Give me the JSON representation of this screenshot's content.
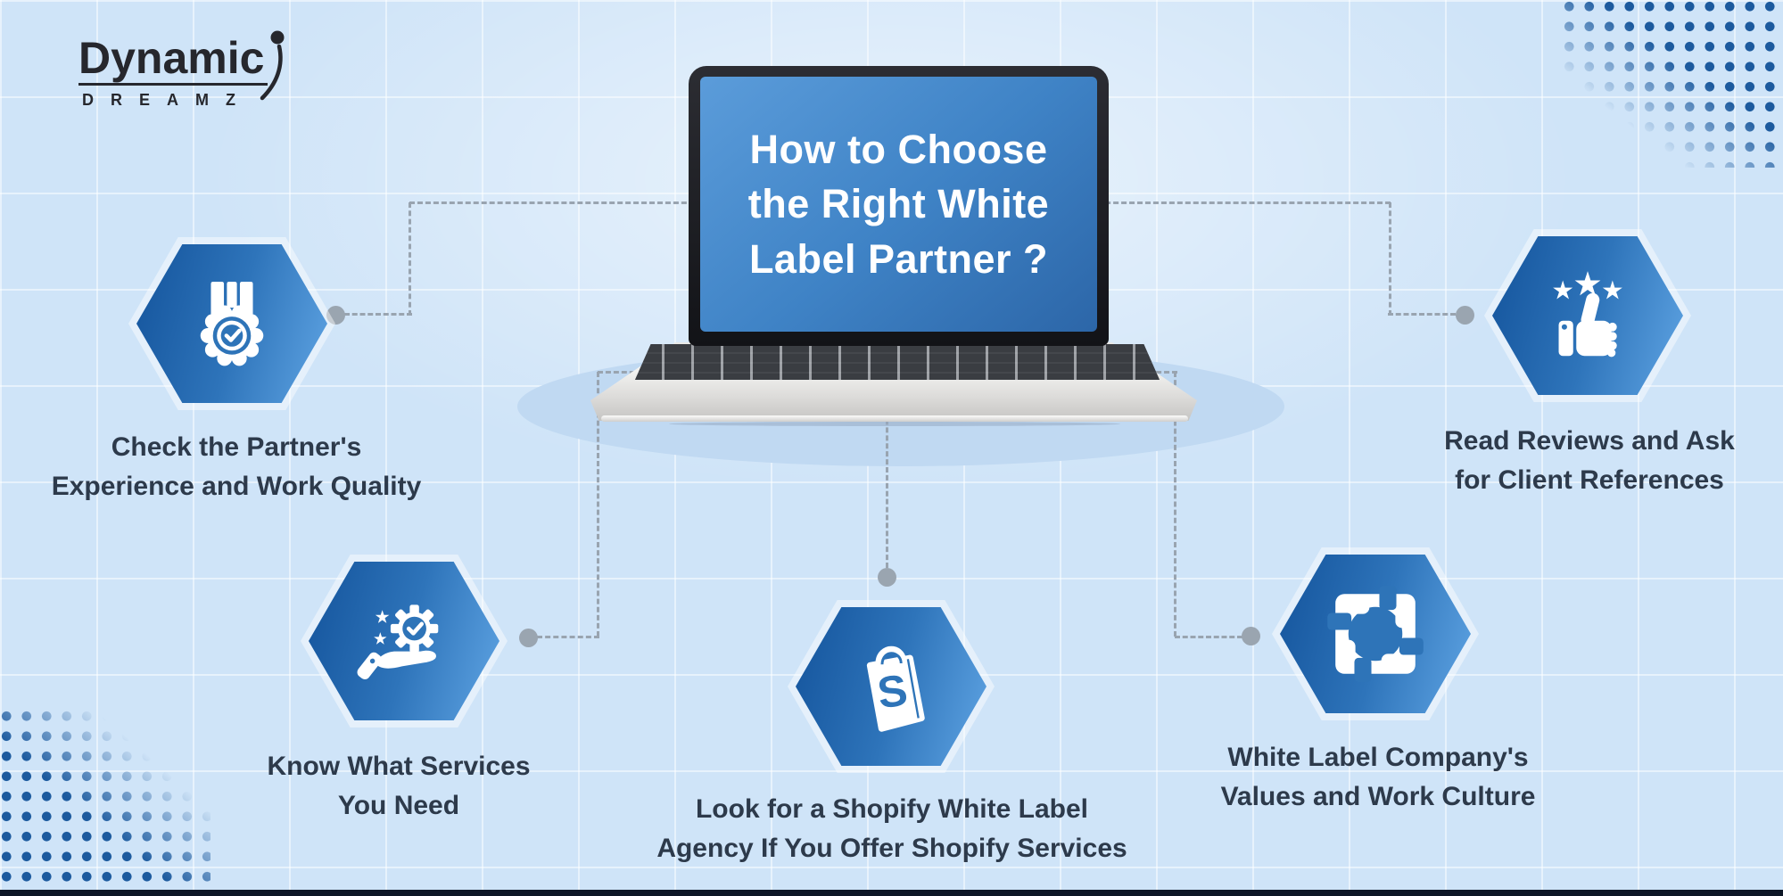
{
  "logo": {
    "title": "Dynamic",
    "subtitle": "DREAMZ"
  },
  "screen": {
    "title_lines": [
      "How to Choose",
      "the Right White",
      "Label Partner ?"
    ]
  },
  "steps": [
    {
      "icon": "medal-check-icon",
      "label_lines": [
        "Check the Partner's",
        "Experience and Work Quality"
      ]
    },
    {
      "icon": "thumbs-up-stars-icon",
      "label_lines": [
        "Read Reviews and Ask",
        "for Client References"
      ]
    },
    {
      "icon": "hand-gear-icon",
      "label_lines": [
        "Know What Services",
        "You Need"
      ]
    },
    {
      "icon": "shopify-bag-icon",
      "label_lines": [
        "Look for a Shopify White Label",
        "Agency If You Offer Shopify Services"
      ],
      "icon_letter": "S"
    },
    {
      "icon": "teamwork-hands-icon",
      "label_lines": [
        "White Label Company's",
        "Values and Work Culture"
      ]
    }
  ],
  "colors": {
    "background": "#cfe4f8",
    "hexagon_dark": "#14549c",
    "hexagon_light": "#5fa4e3",
    "screen_gradient_top": "#5b9cda",
    "screen_gradient_bottom": "#2c66a8",
    "connector_gray": "#99a4b0",
    "label_text": "#2d3a4b",
    "halftone_navy": "#1c5a9e",
    "footer_bar": "#0d1626"
  }
}
